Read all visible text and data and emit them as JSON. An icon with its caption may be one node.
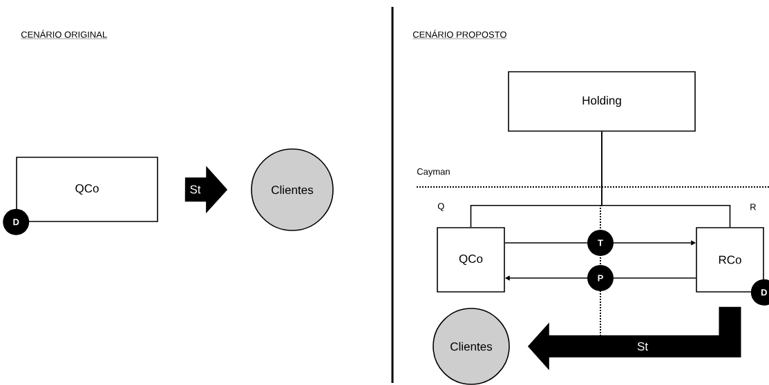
{
  "diagram": {
    "nodes": [
      {
        "text": [
          "QCo"
        ],
        "beside": [
          "D"
        ]
      },
      {
        "text": [
          "Clientes"
        ]
      },
      {
        "text": [
          "Holding"
        ]
      },
      {
        "text": [
          "QCo"
        ]
      },
      {
        "text": [
          "RCo"
        ],
        "beside": [
          "D"
        ]
      },
      {
        "text": [
          "Clientes"
        ]
      }
    ],
    "edges": [
      {
        "from": 0,
        "to": 1,
        "arrow": "to",
        "label": "St",
        "style": "thick"
      },
      {
        "from": 2,
        "to": 3,
        "arrow": "none"
      },
      {
        "from": 2,
        "to": 4,
        "arrow": "none"
      },
      {
        "from": 3,
        "to": 4,
        "arrow": "to",
        "label": "T"
      },
      {
        "from": 4,
        "to": 3,
        "arrow": "to",
        "label": "P"
      },
      {
        "from": 4,
        "to": 5,
        "arrow": "to",
        "label": "St",
        "style": "thick"
      }
    ],
    "labels": [
      "CENÁRIO ORIGINAL",
      "CENÁRIO PROPOSTO",
      "Cayman",
      "Q",
      "R"
    ]
  }
}
